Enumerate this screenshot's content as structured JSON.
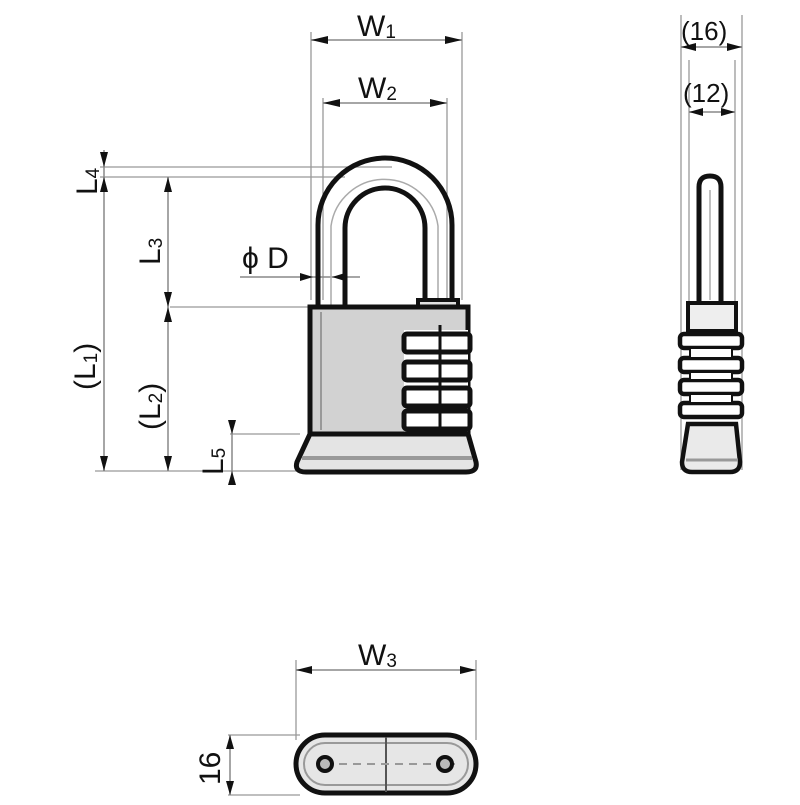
{
  "drawing": {
    "title": "Combination padlock dimension drawing",
    "views": [
      "front-view",
      "side-view",
      "bottom-view"
    ],
    "colors": {
      "line": "#111111",
      "dimension_line": "#888888",
      "body_fill": "#d2d2d2",
      "base_fill": "#e4e4e4",
      "background": "#ffffff"
    }
  },
  "front_view": {
    "w1": {
      "main": "W",
      "sub": "1"
    },
    "w2": {
      "main": "W",
      "sub": "2"
    },
    "phi_d": "ϕ D",
    "l1": {
      "open": "(",
      "main": "L",
      "sub": "1",
      "close": ")"
    },
    "l2": {
      "open": "(",
      "main": "L",
      "sub": "2",
      "close": ")"
    },
    "l3": {
      "main": "L",
      "sub": "3"
    },
    "l4": {
      "main": "L",
      "sub": "4"
    },
    "l5": {
      "main": "L",
      "sub": "5"
    }
  },
  "side_view": {
    "width_outer": "(16)",
    "width_inner": "(12)"
  },
  "bottom_view": {
    "w3": {
      "main": "W",
      "sub": "3"
    },
    "depth": "16"
  }
}
